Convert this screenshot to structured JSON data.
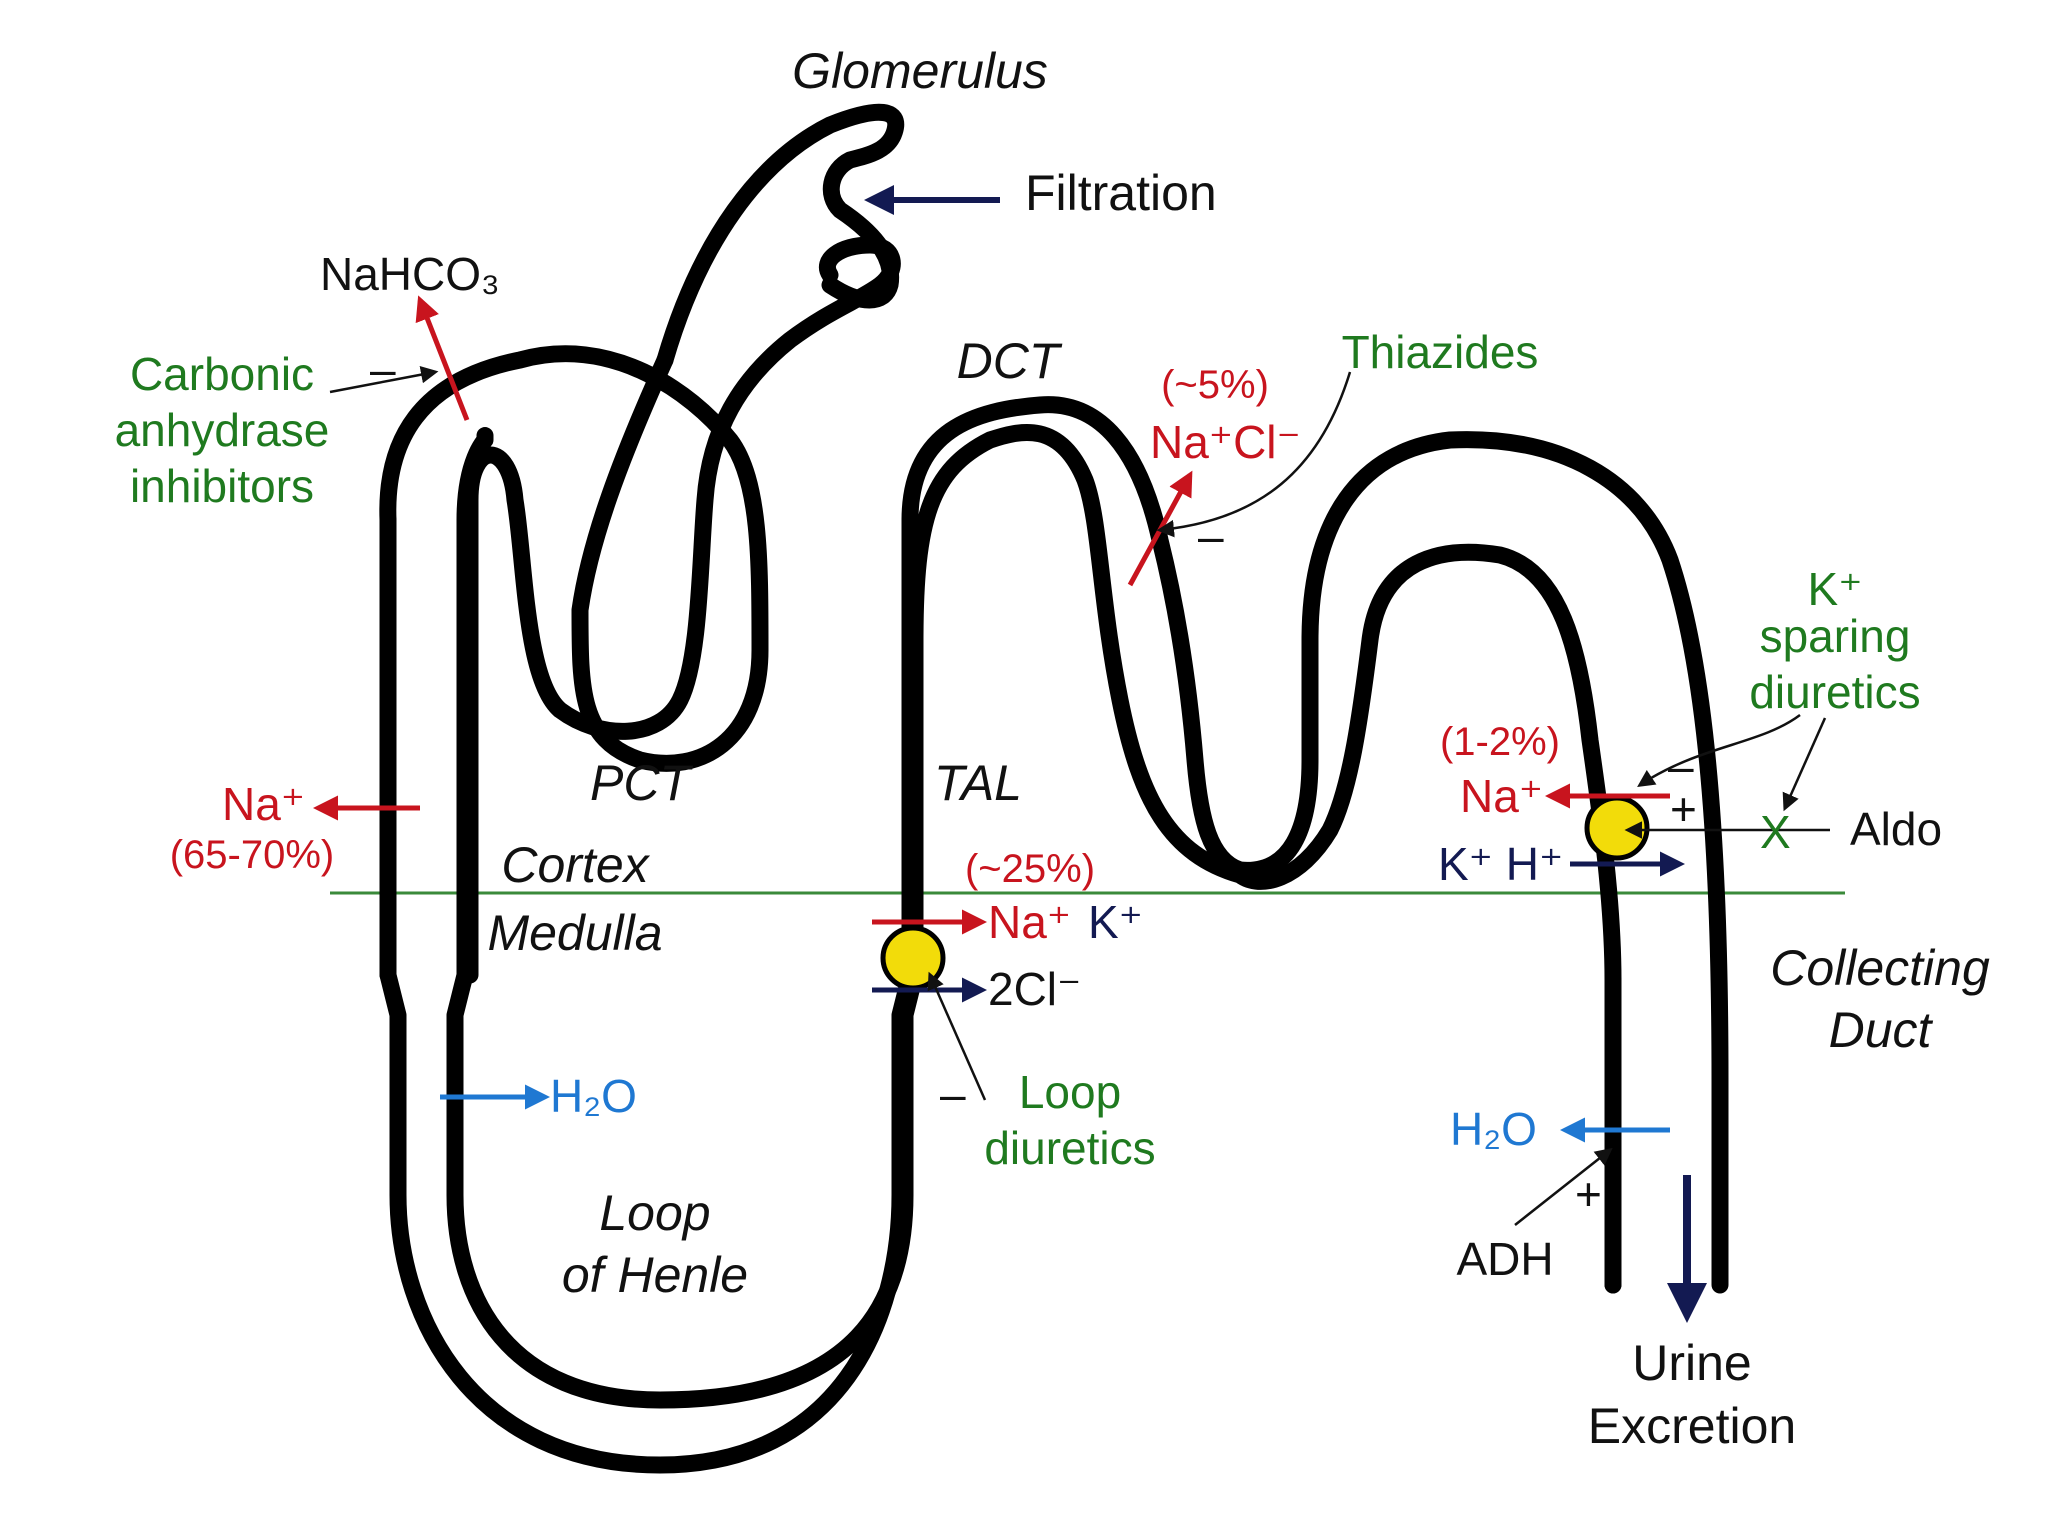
{
  "labels": {
    "glomerulus": "Glomerulus",
    "filtration": "Filtration",
    "nahco3": "NaHCO₃",
    "carbonic_line1": "Carbonic",
    "carbonic_line2": "anhydrase",
    "carbonic_line3": "inhibitors",
    "carbonic_sign": "–",
    "dct": "DCT",
    "dct_pct": "(~5%)",
    "dct_ion": "Na⁺Cl⁻",
    "thiazides": "Thiazides",
    "thiazide_sign": "–",
    "pct": "PCT",
    "pct_na": "Na⁺",
    "pct_pct": "(65-70%)",
    "cortex": "Cortex",
    "medulla": "Medulla",
    "tal": "TAL",
    "tal_pct": "(~25%)",
    "tal_na": "Na⁺",
    "tal_k": "K⁺",
    "tal_cl": "2Cl⁻",
    "loop_line1": "Loop",
    "loop_line2": "diuretics",
    "loop_sign": "–",
    "henle_line1": "Loop",
    "henle_line2": "of Henle",
    "h2o_loop": "H₂O",
    "ksparing_line1": "K⁺",
    "ksparing_line2": "sparing",
    "ksparing_line3": "diuretics",
    "cd_pct": "(1-2%)",
    "cd_na": "Na⁺",
    "cd_kh": "K⁺ H⁺",
    "aldo": "Aldo",
    "aldo_x": "X",
    "cd_minus": "–",
    "cd_plus": "+",
    "collecting_line1": "Collecting",
    "collecting_line2": "Duct",
    "h2o_cd": "H₂O",
    "adh": "ADH",
    "adh_plus": "+",
    "urine_line1": "Urine",
    "urine_line2": "Excretion"
  },
  "colors": {
    "red": "#c8141e",
    "green": "#1f7a1f",
    "blue": "#1f78d2",
    "navy": "#131a52",
    "transporter": "#f2dc0a"
  }
}
